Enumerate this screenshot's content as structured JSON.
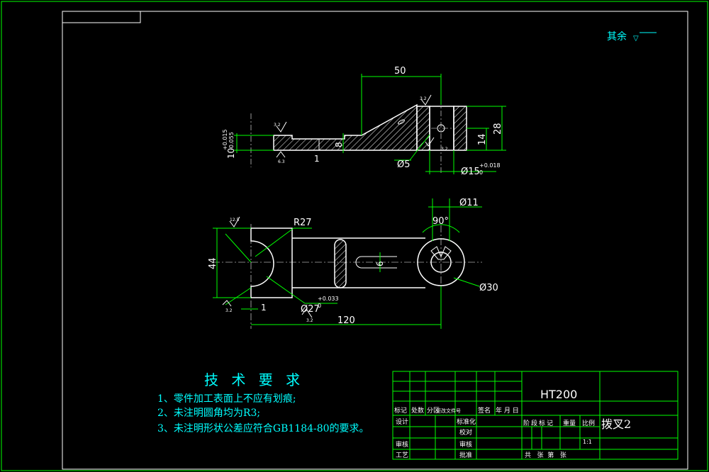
{
  "drawing": {
    "colors": {
      "background": "#000000",
      "frame": "#ffffff",
      "dimension": "#00ff00",
      "text": "#00ffff",
      "geometry": "#ffffff"
    },
    "roughness_note": "其余",
    "roughness_symbol": "▽",
    "dims": {
      "d50": "50",
      "d28": "28",
      "d14": "14",
      "d8": "8",
      "d1a": "1",
      "d10": "10",
      "d10_tol_up": "+0.015",
      "d10_tol_lo": "-0.055",
      "d5": "Ø5",
      "d15": "Ø15",
      "d15_tol": "+0.018",
      "d15_tol0": "0",
      "d11": "Ø11",
      "a90": "90°",
      "r27": "R27",
      "d44": "44",
      "d6": "6",
      "d30": "Ø30",
      "d27": "Ø27",
      "d27_tol": "+0.033",
      "d27_tol0": "0",
      "d1b": "1",
      "d120": "120",
      "r1": "3.2",
      "r2": "6.3",
      "r3": "3.2",
      "r4": "12.5",
      "r5": "3.2",
      "r6": "3.2",
      "r7": "3.2"
    }
  },
  "technical_requirements": {
    "title": "技 术 要 求",
    "items": [
      "1、零件加工表面上不应有划痕;",
      "2、未注明圆角均为R3;",
      "3、未注明形状公差应符合GB1184-80的要求。"
    ]
  },
  "title_block": {
    "material": "HT200",
    "part_name": "拨叉2",
    "scale": "1:1",
    "headers": [
      "标记",
      "处数",
      "分区",
      "更改文件号",
      "签名",
      "年 月 日"
    ],
    "role_design": "设计",
    "role_standard": "标准化",
    "role_review": "审核",
    "role_process": "工艺",
    "col_stage": "阶段标记",
    "col_weight": "重量",
    "col_scale": "比例",
    "lab_proofread": "校对",
    "lab_drawing_no": "审核",
    "lab_approve": "批准",
    "sheet_info": "共   张  第   张"
  }
}
